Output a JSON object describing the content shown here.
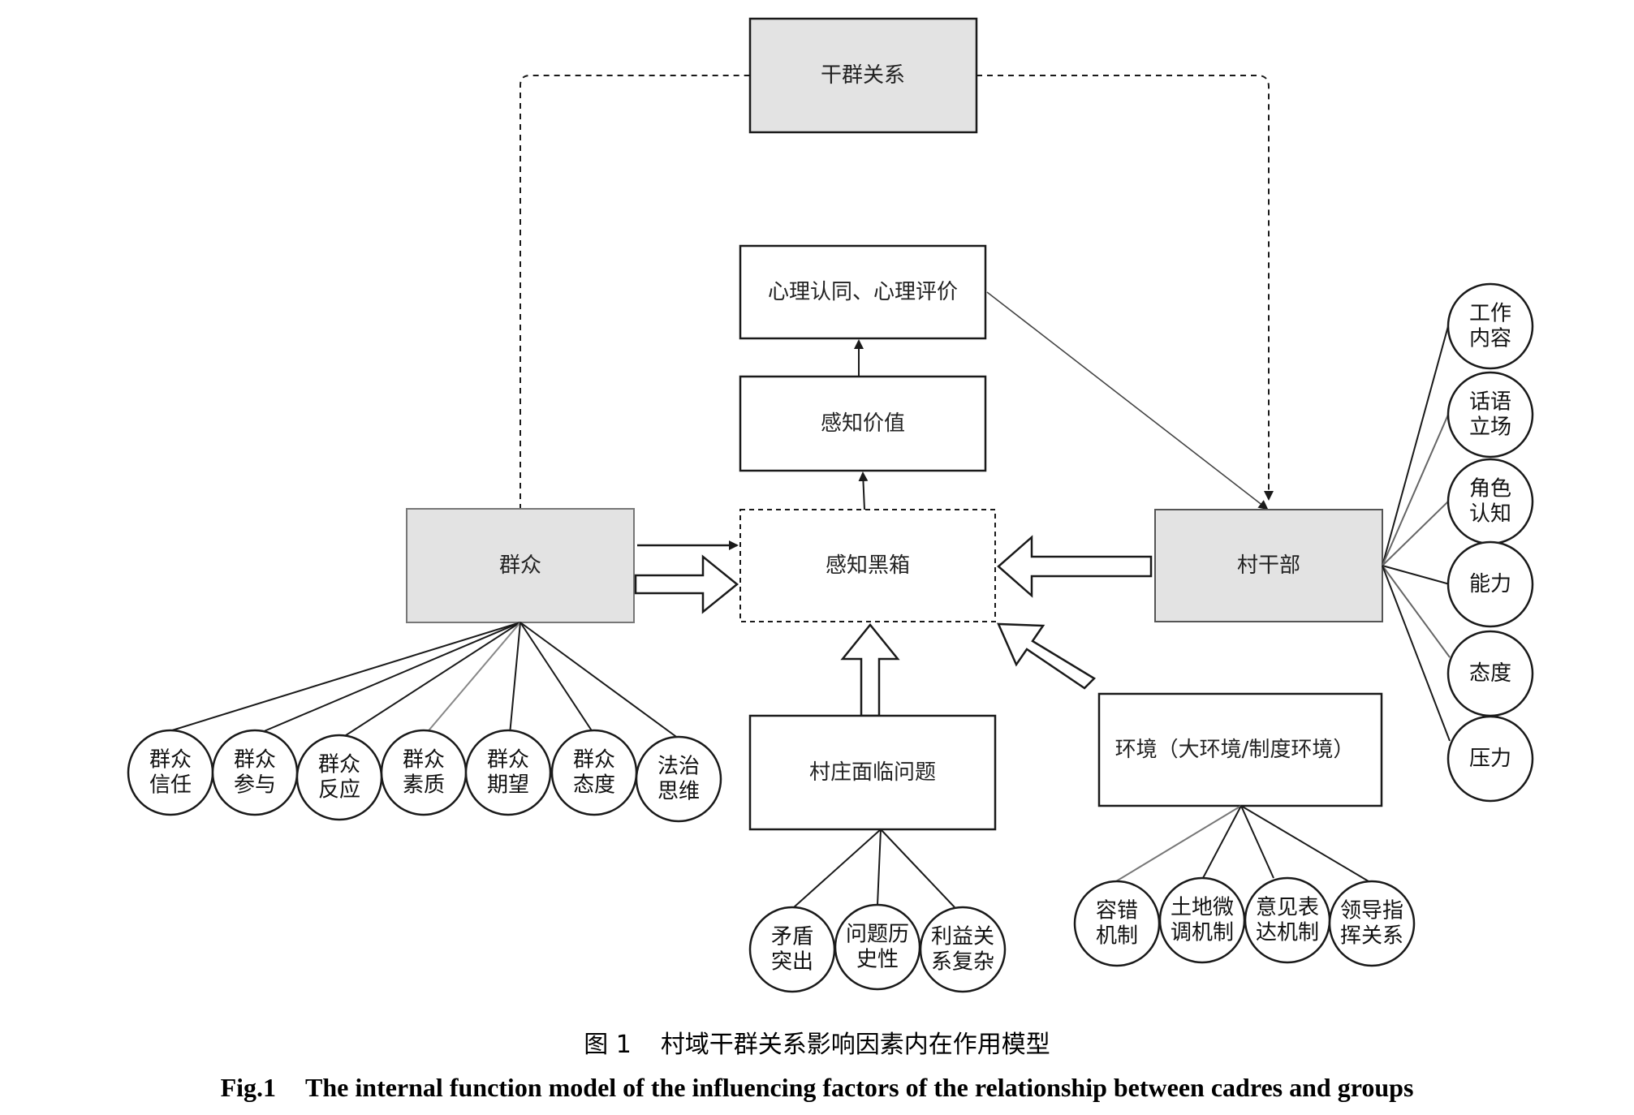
{
  "nodes": {
    "top": "干群关系",
    "psych": "心理认同、心理评价",
    "value": "感知价值",
    "blackbox": "感知黑箱",
    "masses": "群众",
    "cadres": "村干部",
    "village": "村庄面临问题",
    "env": "环境（大环境/制度环境）"
  },
  "masses_factors": [
    [
      "群众",
      "信任"
    ],
    [
      "群众",
      "参与"
    ],
    [
      "群众",
      "反应"
    ],
    [
      "群众",
      "素质"
    ],
    [
      "群众",
      "期望"
    ],
    [
      "群众",
      "态度"
    ],
    [
      "法治",
      "思维"
    ]
  ],
  "cadre_factors": [
    [
      "工作",
      "内容"
    ],
    [
      "话语",
      "立场"
    ],
    [
      "角色",
      "认知"
    ],
    [
      "能力"
    ],
    [
      "态度"
    ],
    [
      "压力"
    ]
  ],
  "village_factors": [
    [
      "矛盾",
      "突出"
    ],
    [
      "问题历",
      "史性"
    ],
    [
      "利益关",
      "系复杂"
    ]
  ],
  "env_factors": [
    [
      "容错",
      "机制"
    ],
    [
      "土地微",
      "调机制"
    ],
    [
      "意见表",
      "达机制"
    ],
    [
      "领导指",
      "挥关系"
    ]
  ],
  "caption": {
    "cn_num": "图 1",
    "cn_text": "村域干群关系影响因素内在作用模型",
    "en_num": "Fig.1",
    "en_text": "The internal function model of the influencing factors of the relationship between cadres and groups"
  },
  "colors": {
    "shaded_fill": "#e3e3e3",
    "line": "#1a1a1a"
  }
}
